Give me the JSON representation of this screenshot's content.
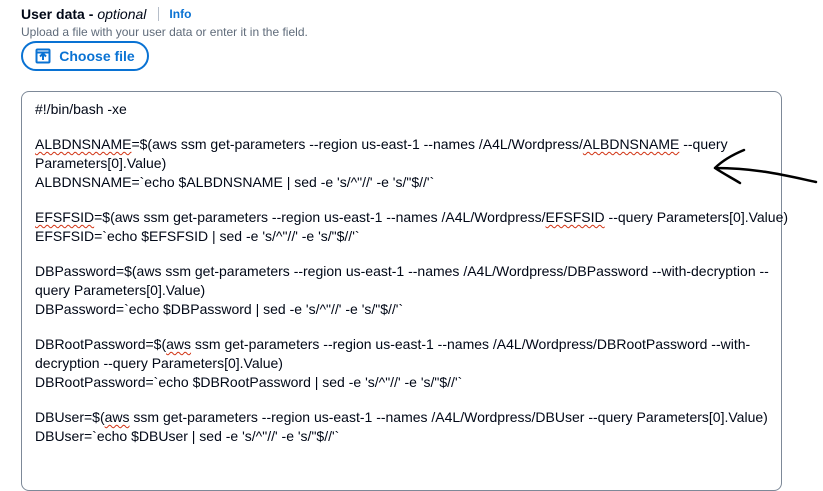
{
  "field": {
    "label": "User data -",
    "optional": "optional",
    "info": "Info",
    "description": "Upload a file with your user data or enter it in the field.",
    "choose_file": "Choose file"
  },
  "userdata": {
    "l1": "#!/bin/bash -xe",
    "alb_a": "ALBDNSNAME",
    "alb_b": "=$(aws ssm get-parameters --region us-east-1 --names /A4L/Wordpress/",
    "alb_c": "ALBDNSNAME",
    "alb_d": " --query",
    "alb_2": "Parameters[0].Value)",
    "alb_3": "ALBDNSNAME=`echo $ALBDNSNAME | sed -e 's/^\"//' -e 's/\"$//'`",
    "efs_a": "EFSFSID",
    "efs_b": "=$(aws ssm get-parameters --region us-east-1 --names /A4L/Wordpress/",
    "efs_c": "EFSFSID",
    "efs_d": " --query Parameters[0].Value)",
    "efs_2": "EFSFSID=`echo $EFSFSID | sed -e 's/^\"//' -e 's/\"$//'`",
    "dbp_1": "DBPassword=$(aws ssm get-parameters --region us-east-1 --names /A4L/Wordpress/DBPassword --with-decryption --",
    "dbp_2": "query Parameters[0].Value)",
    "dbp_3": "DBPassword=`echo $DBPassword | sed -e 's/^\"//' -e 's/\"$//'`",
    "dbr_a": "DBRootPassword=$(",
    "dbr_b": "aws",
    "dbr_c": " ssm get-parameters --region us-east-1 --names /A4L/Wordpress/DBRootPassword --with-",
    "dbr_2": "decryption --query Parameters[0].Value)",
    "dbr_3": "DBRootPassword=`echo $DBRootPassword | sed -e 's/^\"//' -e 's/\"$//'`",
    "dbu_a": "DBUser=$(",
    "dbu_b": "aws",
    "dbu_c": " ssm get-parameters --region us-east-1 --names /A4L/Wordpress/DBUser --query Parameters[0].Value)",
    "dbu_2": "DBUser=`echo $DBUser | sed -e 's/^\"//' -e 's/\"$//'`"
  },
  "colors": {
    "accent": "#0972d3",
    "muted": "#5f6b7a",
    "border": "#7d8998",
    "squiggle": "#d13212"
  },
  "icons": {
    "upload": "upload-icon",
    "annotation": "hand-drawn-arrow"
  }
}
